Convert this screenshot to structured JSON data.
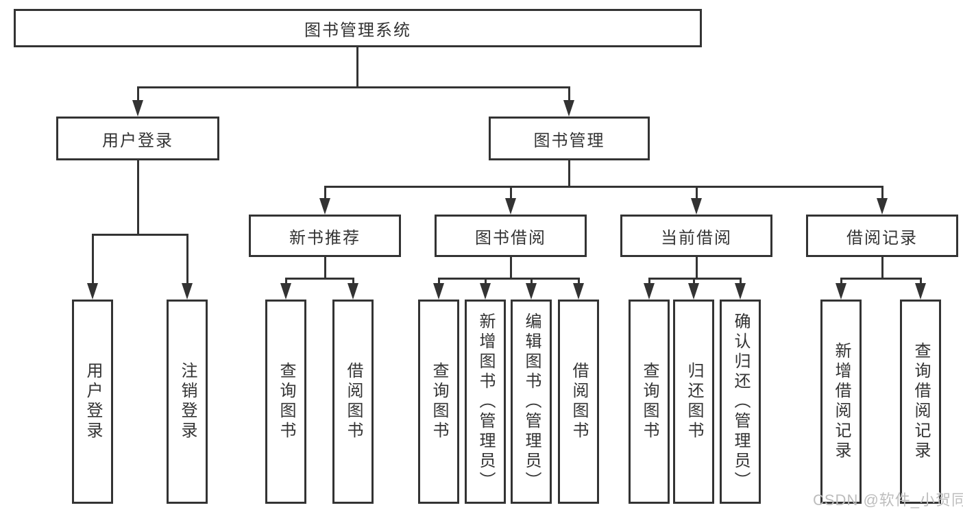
{
  "diagram": {
    "root": {
      "label": "图书管理系统"
    },
    "level2": [
      {
        "label": "用户登录",
        "children": [
          "用户登录",
          "注销登录"
        ]
      },
      {
        "label": "图书管理"
      }
    ],
    "level3": [
      {
        "label": "新书推荐",
        "children": [
          "查询图书",
          "借阅图书"
        ]
      },
      {
        "label": "图书借阅",
        "children": [
          "查询图书",
          "新增图书（管理员）",
          "编辑图书（管理员）",
          "借阅图书"
        ]
      },
      {
        "label": "当前借阅",
        "children": [
          "查询图书",
          "归还图书",
          "确认归还（管理员）"
        ]
      },
      {
        "label": "借阅记录",
        "children": [
          "新增借阅记录",
          "查询借阅记录"
        ]
      }
    ],
    "colors": {
      "line": "#333333",
      "box_border": "#333333",
      "text": "#333333",
      "background": "#ffffff"
    }
  },
  "watermark": {
    "text": "CSDN @软件_小贺同学",
    "color": "#bdbdbd"
  }
}
